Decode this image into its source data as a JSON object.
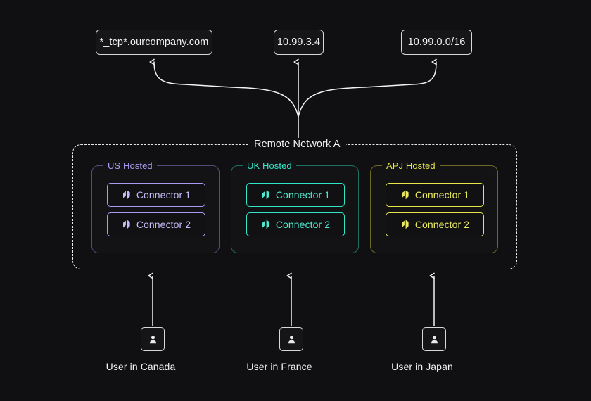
{
  "diagram": {
    "destinations": [
      {
        "label": "*_tcp*.ourcompany.com"
      },
      {
        "label": "10.99.3.4"
      },
      {
        "label": "10.99.0.0/16"
      }
    ],
    "remote_network": {
      "title": "Remote Network A",
      "groups": [
        {
          "title": "US Hosted",
          "accent": "#a79bf0",
          "connectors": [
            {
              "label": "Connector 1",
              "icon": "leaf-icon"
            },
            {
              "label": "Connector 2",
              "icon": "leaf-icon"
            }
          ]
        },
        {
          "title": "UK Hosted",
          "accent": "#31e6c8",
          "connectors": [
            {
              "label": "Connector 1",
              "icon": "leaf-icon"
            },
            {
              "label": "Connector 2",
              "icon": "leaf-icon"
            }
          ]
        },
        {
          "title": "APJ Hosted",
          "accent": "#e6e64b",
          "connectors": [
            {
              "label": "Connector 1",
              "icon": "leaf-icon"
            },
            {
              "label": "Connector 2",
              "icon": "leaf-icon"
            }
          ]
        }
      ]
    },
    "users": [
      {
        "label": "User in Canada",
        "icon": "user-icon"
      },
      {
        "label": "User in France",
        "icon": "user-icon"
      },
      {
        "label": "User in Japan",
        "icon": "user-icon"
      }
    ],
    "colors": {
      "background": "#101012",
      "line": "#f2f2f4",
      "text": "#f2f2f4"
    }
  }
}
